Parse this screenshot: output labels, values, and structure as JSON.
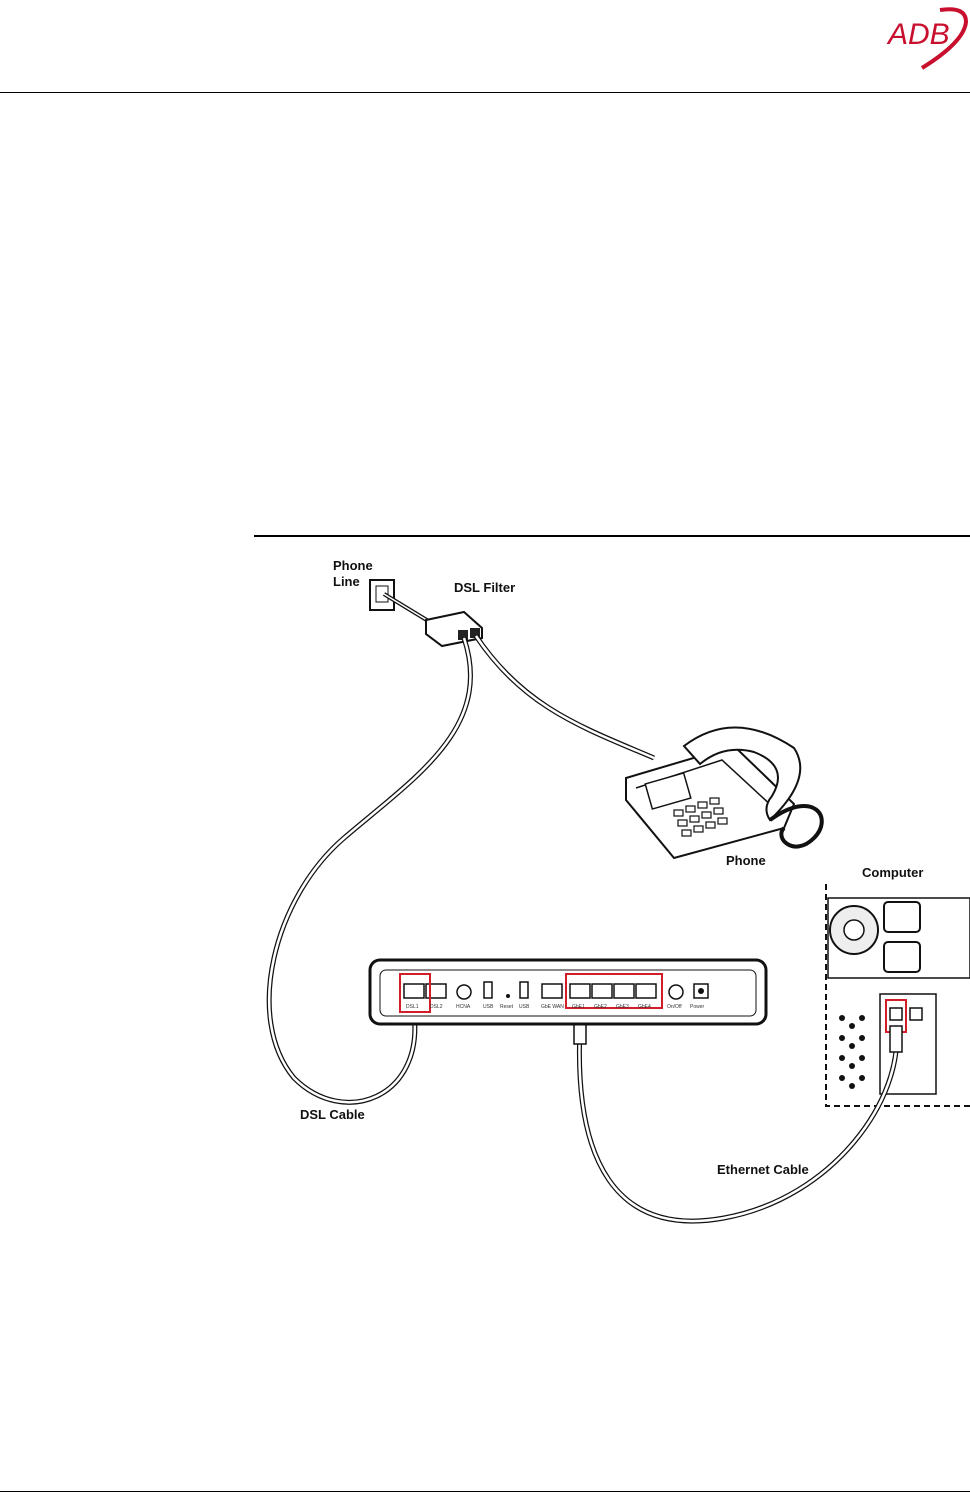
{
  "header": {
    "logo_text": "ADB",
    "brand_color": "#c8102e"
  },
  "figure": {
    "labels": {
      "phone_line": [
        "Phone",
        "Line"
      ],
      "dsl_filter": "DSL Filter",
      "phone": "Phone",
      "computer": "Computer",
      "dsl_cable": "DSL Cable",
      "ethernet_cable": "Ethernet Cable"
    },
    "router_ports": [
      "DSL1",
      "DSL2",
      "HCNA",
      "USB",
      "Reset",
      "USB",
      "GbE WAN",
      "GbE1",
      "GbE2",
      "GbE3",
      "GbE4",
      "On/Off",
      "Power"
    ],
    "highlight_color": "#d21e2b"
  }
}
